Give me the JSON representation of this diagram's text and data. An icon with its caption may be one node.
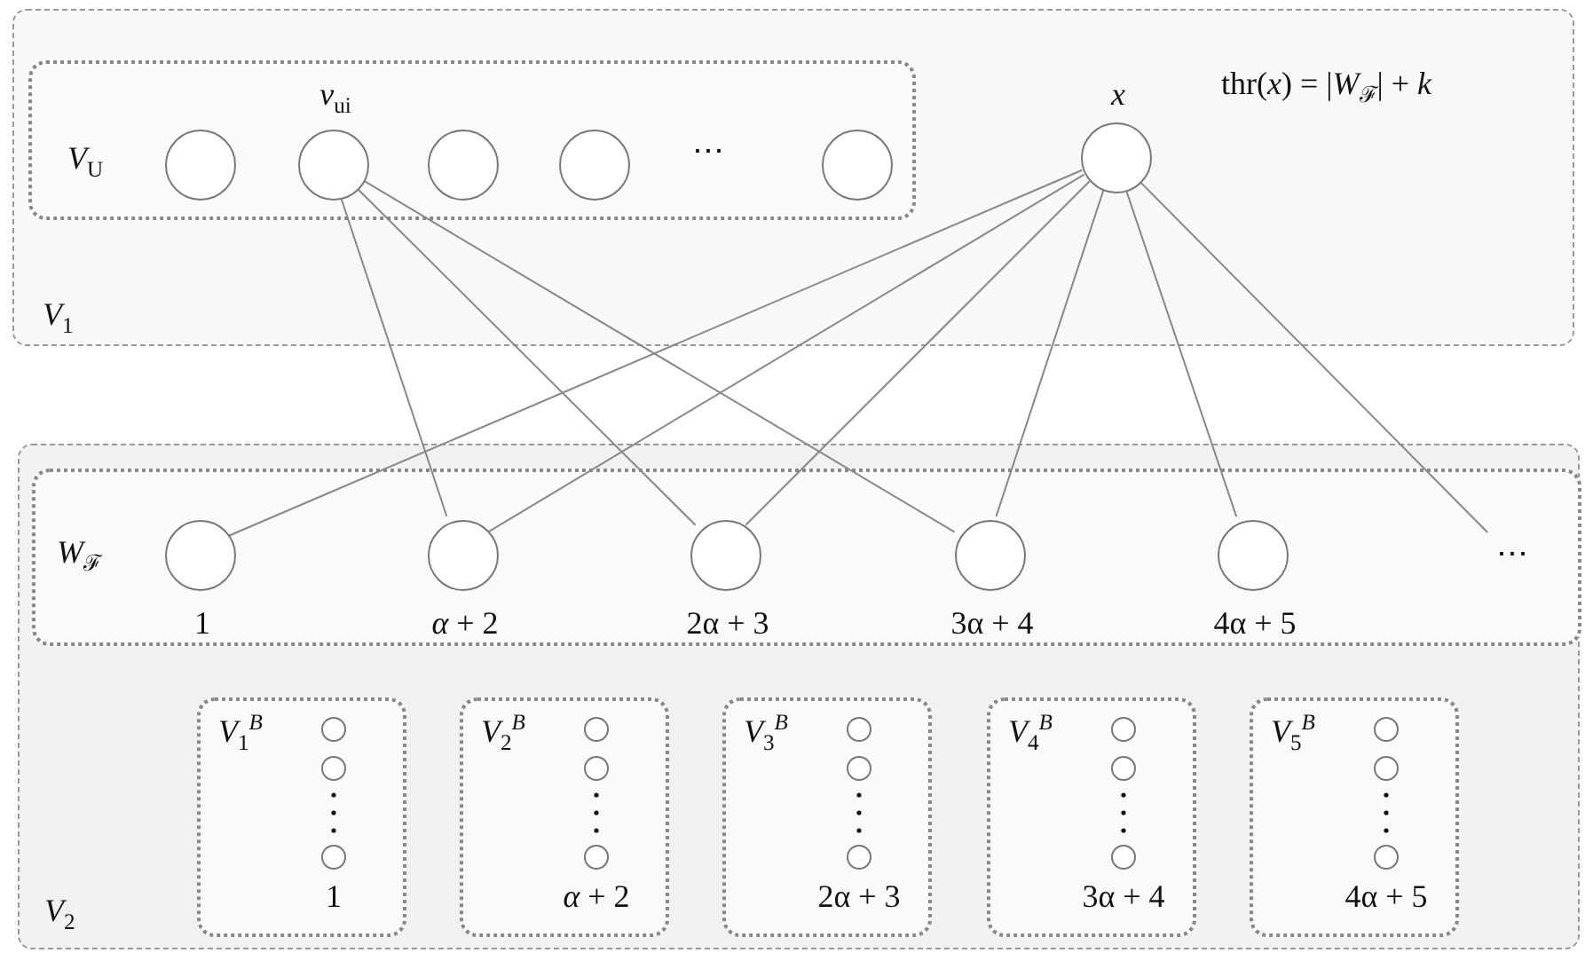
{
  "diagram": {
    "nodes": [
      {
        "text": [
          "*V*$_{1}$"
        ]
      },
      {
        "text": [
          "*V*$_{U}$"
        ],
        "in": 0
      },
      {
        "text": [],
        "shape": "circle",
        "in": 1
      },
      {
        "text": [],
        "shape": "circle",
        "in": 1,
        "beside": [
          "*v*$_{u}$$_{i}$"
        ]
      },
      {
        "text": [],
        "shape": "circle",
        "in": 1
      },
      {
        "text": [],
        "shape": "circle",
        "in": 1
      },
      {
        "text": [],
        "shape": "circle",
        "in": 1
      },
      {
        "text": [],
        "shape": "circle",
        "in": 0,
        "beside": [
          "*x*"
        ]
      },
      {
        "text": [
          "*V*$_{2}$"
        ]
      },
      {
        "text": [
          "*W*$_{ℱ}$"
        ],
        "in": 8
      },
      {
        "text": [],
        "shape": "circle",
        "in": 9,
        "beside": [
          "1"
        ]
      },
      {
        "text": [],
        "shape": "circle",
        "in": 9,
        "beside": [
          "*α* + 2"
        ]
      },
      {
        "text": [],
        "shape": "circle",
        "in": 9,
        "beside": [
          "2α + 3"
        ]
      },
      {
        "text": [],
        "shape": "circle",
        "in": 9,
        "beside": [
          "3α + 4"
        ]
      },
      {
        "text": [],
        "shape": "circle",
        "in": 9,
        "beside": [
          "4α + 5"
        ]
      },
      {
        "text": [
          "⋯"
        ],
        "in": 9
      },
      {
        "text": [
          "*V*$_{1}$$^{B}$",
          "1"
        ],
        "in": 8
      },
      {
        "text": [],
        "shape": "circle",
        "in": 16
      },
      {
        "text": [],
        "shape": "circle",
        "in": 16
      },
      {
        "text": [],
        "shape": "circle",
        "in": 16
      },
      {
        "text": [
          "*V*$_{2}$$^{B}$",
          "*α* + 2"
        ],
        "in": 8
      },
      {
        "text": [],
        "shape": "circle",
        "in": 20
      },
      {
        "text": [],
        "shape": "circle",
        "in": 20
      },
      {
        "text": [],
        "shape": "circle",
        "in": 20
      },
      {
        "text": [
          "*V*$_{3}$$^{B}$",
          "2α + 3"
        ],
        "in": 8
      },
      {
        "text": [],
        "shape": "circle",
        "in": 24
      },
      {
        "text": [],
        "shape": "circle",
        "in": 24
      },
      {
        "text": [],
        "shape": "circle",
        "in": 24
      },
      {
        "text": [
          "*V*$_{4}$$^{B}$",
          "3α + 4"
        ],
        "in": 8
      },
      {
        "text": [],
        "shape": "circle",
        "in": 28
      },
      {
        "text": [],
        "shape": "circle",
        "in": 28
      },
      {
        "text": [],
        "shape": "circle",
        "in": 28
      },
      {
        "text": [
          "*V*$_{5}$$^{B}$",
          "4α + 5"
        ],
        "in": 8
      },
      {
        "text": [],
        "shape": "circle",
        "in": 32
      },
      {
        "text": [],
        "shape": "circle",
        "in": 32
      },
      {
        "text": [],
        "shape": "circle",
        "in": 32
      }
    ],
    "edges": [
      {
        "from": 3,
        "to": 11,
        "arrow": "none"
      },
      {
        "from": 3,
        "to": 12,
        "arrow": "none"
      },
      {
        "from": 3,
        "to": 13,
        "arrow": "none"
      },
      {
        "from": 7,
        "to": 10,
        "arrow": "none"
      },
      {
        "from": 7,
        "to": 11,
        "arrow": "none"
      },
      {
        "from": 7,
        "to": 12,
        "arrow": "none"
      },
      {
        "from": 7,
        "to": 13,
        "arrow": "none"
      },
      {
        "from": 7,
        "to": 14,
        "arrow": "none"
      },
      {
        "from": 7,
        "to": 15,
        "arrow": "none"
      }
    ],
    "labels": [
      "⋯",
      "thr(*x*) = |*W*$_{ℱ}$| + *k*"
    ]
  }
}
